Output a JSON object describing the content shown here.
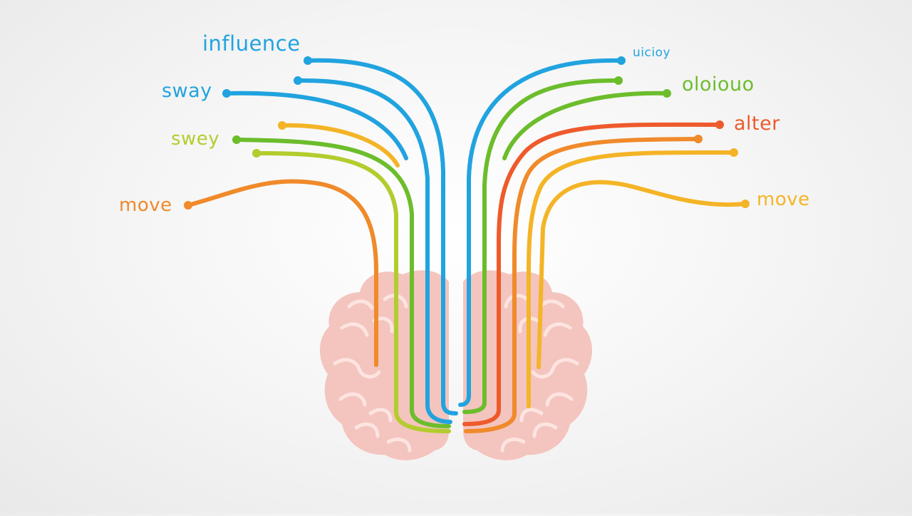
{
  "colors": {
    "blue": "#21a3df",
    "green": "#6cbd2c",
    "yellow_green": "#b3cc2e",
    "yellow": "#f4b427",
    "orange": "#f08a2a",
    "red_orange": "#ee5a2c",
    "brain_pink": "#f4c4be",
    "brain_fold": "#fde4e0"
  },
  "labels": {
    "influence": "influence",
    "sway_blue": "sway",
    "swey": "swey",
    "move_left": "move",
    "top_right": "uicioy",
    "green_right": "oloiouo",
    "alter": "alter",
    "move_right": "move"
  },
  "icons": [
    "brain-icon"
  ]
}
